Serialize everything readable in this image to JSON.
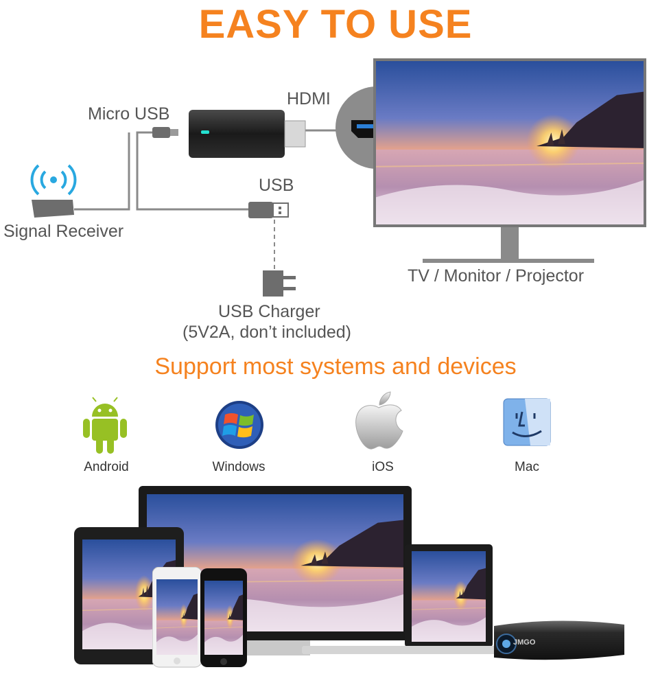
{
  "header": {
    "title": "EASY TO USE"
  },
  "diagram": {
    "micro_usb_label": "Micro USB",
    "hdmi_label": "HDMI",
    "usb_label": "USB",
    "receiver_label": "Signal Receiver",
    "display_label": "TV / Monitor / Projector",
    "charger_label_line1": "USB Charger",
    "charger_label_line2": "(5V2A, don’t included)"
  },
  "systems": {
    "heading": "Support most systems and devices",
    "items": [
      {
        "label": "Android",
        "icon": "android-icon"
      },
      {
        "label": "Windows",
        "icon": "windows-icon"
      },
      {
        "label": "iOS",
        "icon": "apple-icon"
      },
      {
        "label": "Mac",
        "icon": "mac-finder-icon"
      }
    ]
  },
  "colors": {
    "accent": "#f5821f",
    "label_gray": "#555555",
    "cable_gray": "#8a8a8a",
    "wifi_blue": "#29a8e0"
  },
  "devices": {
    "projector_brand": "JMGO"
  }
}
